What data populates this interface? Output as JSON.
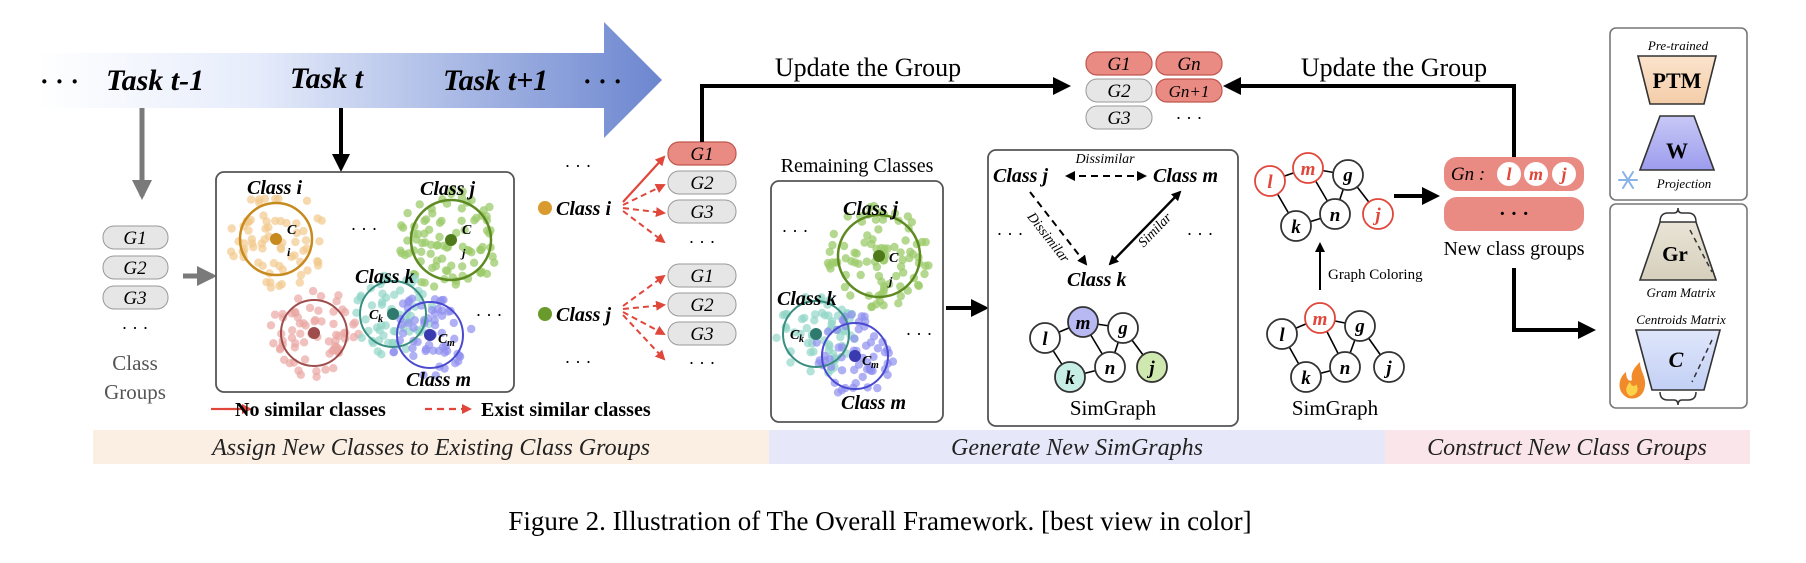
{
  "caption": "Figure 2. Illustration of The Overall Framework. [best view in color]",
  "task_banner": {
    "prev_dots": "· · ·",
    "task_prev": "Task t-1",
    "task_cur": "Task t",
    "task_next": "Task t+1",
    "next_dots": "· · ·"
  },
  "class_groups": {
    "items": [
      "G1",
      "G2",
      "G3"
    ],
    "dots": "· · ·",
    "label_line1": "Class",
    "label_line2": "Groups"
  },
  "clusters": {
    "class_i": "Class i",
    "class_j": "Class j",
    "class_k": "Class k",
    "class_m": "Class m",
    "c_i": "C",
    "c_i_sub": "i",
    "c_j": "C",
    "c_j_sub": "j",
    "c_k": "C",
    "c_k_sub": "k",
    "c_m": "C",
    "c_m_sub": "m",
    "dots": "· · ·"
  },
  "legend": {
    "no_similar": "No similar classes",
    "exist_similar": "Exist similar classes"
  },
  "assign": {
    "class_i": "Class i",
    "class_j": "Class j",
    "dots": "· · ·",
    "groups_i": [
      "G1",
      "G2",
      "G3"
    ],
    "groups_j": [
      "G1",
      "G2",
      "G3"
    ],
    "more": "· · ·"
  },
  "update": {
    "left_label": "Update the Group",
    "right_label": "Update the Group",
    "groups_left": [
      "G1",
      "G2",
      "G3"
    ],
    "groups_right": [
      "Gn",
      "Gn+1"
    ],
    "dots": "· · ·"
  },
  "remaining": {
    "title": "Remaining Classes",
    "class_j": "Class j",
    "class_k": "Class k",
    "class_m": "Class m",
    "dots": "· · ·"
  },
  "simgraph_gen": {
    "class_j": "Class j",
    "class_m": "Class m",
    "class_k": "Class k",
    "dissimilar_top": "Dissimilar",
    "dissimilar_left": "Dissimilar",
    "similar": "Similar",
    "label": "SimGraph",
    "nodes": [
      "l",
      "m",
      "g",
      "k",
      "n",
      "j"
    ],
    "dots": "· · ·"
  },
  "coloring": {
    "label": "Graph Coloring",
    "simgraph_label": "SimGraph",
    "nodes": [
      "l",
      "m",
      "g",
      "k",
      "n",
      "j"
    ]
  },
  "new_groups": {
    "gn_label": "Gn :",
    "members": [
      "l",
      "m",
      "j"
    ],
    "dots": "· · ·",
    "label": "New class groups"
  },
  "model": {
    "pretrained": "Pre-trained",
    "ptm": "PTM",
    "w": "W",
    "projection": "Projection",
    "gr": "Gr",
    "gram": "Gram Matrix",
    "centroids": "Centroids Matrix",
    "c": "C"
  },
  "sections": {
    "assign": "Assign New Classes to Existing Class Groups",
    "generate": "Generate New SimGraphs",
    "construct": "Construct New Class Groups"
  },
  "colors": {
    "red": "#e0463a",
    "salmon": "#e98a83",
    "gray_pill": "#e6e6e6",
    "orange": "#d99a2e",
    "green": "#6a9a2c",
    "cyan": "#8fd1c4",
    "blue": "#8e8ef0",
    "pink": "#e8a6a2",
    "banner": "#7f96d8",
    "sec_assign": "#fbefe3",
    "sec_generate": "#e6e8fa",
    "sec_construct": "#fae6ea"
  }
}
